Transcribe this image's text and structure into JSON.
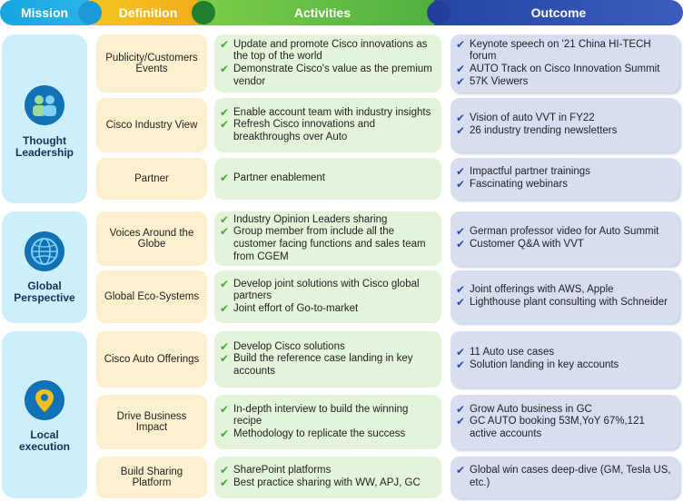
{
  "headers": {
    "mission": "Mission",
    "definition": "Definition",
    "activities": "Activities",
    "outcome": "Outcome"
  },
  "missions": [
    {
      "label_line1": "Thought",
      "label_line2": "Leadership",
      "icon": "people-icon"
    },
    {
      "label_line1": "Global",
      "label_line2": "Perspective",
      "icon": "globe-icon"
    },
    {
      "label_line1": "Local",
      "label_line2": "execution",
      "icon": "location-pin-icon"
    }
  ],
  "rows": [
    {
      "definition": "Publicity/Customers Events",
      "activities": [
        "Update and promote Cisco innovations as the top of the world",
        "Demonstrate Cisco's value as the premium vendor"
      ],
      "outcomes": [
        "Keynote speech on '21 China HI-TECH forum",
        "AUTO Track on Cisco Innovation Summit",
        "57K Viewers"
      ]
    },
    {
      "definition": "Cisco Industry View",
      "activities": [
        "Enable account team with industry insights",
        "Refresh Cisco innovations and breakthroughs over Auto"
      ],
      "outcomes": [
        "Vision of auto VVT in FY22",
        "26 industry trending newsletters"
      ]
    },
    {
      "definition": "Partner",
      "activities": [
        "Partner enablement"
      ],
      "outcomes": [
        "Impactful partner trainings",
        "Fascinating webinars"
      ]
    },
    {
      "definition": "Voices Around the Globe",
      "activities": [
        "Industry Opinion Leaders sharing",
        "Group member from include all the customer facing functions and sales team from CGEM"
      ],
      "outcomes": [
        "German professor video for Auto Summit",
        "Customer Q&A with VVT"
      ]
    },
    {
      "definition": "Global Eco-Systems",
      "activities": [
        "Develop joint solutions with Cisco global partners",
        "Joint effort of Go-to-market"
      ],
      "outcomes": [
        "Joint offerings with AWS, Apple",
        "Lighthouse plant consulting with Schneider"
      ]
    },
    {
      "definition": "Cisco Auto Offerings",
      "activities": [
        "Develop Cisco solutions",
        "Build the reference case landing in key accounts"
      ],
      "outcomes": [
        "11 Auto use cases",
        "Solution landing in key accounts"
      ]
    },
    {
      "definition": "Drive Business Impact",
      "activities": [
        "In-depth interview to build the winning recipe",
        "Methodology to replicate the success"
      ],
      "outcomes": [
        "Grow Auto business in GC",
        "GC AUTO booking 53M,YoY 67%,121 active accounts"
      ]
    },
    {
      "definition": "Build Sharing Platform",
      "activities": [
        "SharePoint platforms",
        "Best practice sharing with WW, APJ, GC"
      ],
      "outcomes": [
        "Global win cases deep-dive (GM, Tesla US, etc.)"
      ]
    }
  ],
  "colors": {
    "mission": "#15a6e0",
    "definition": "#f5c61f",
    "activities": "#5cbf43",
    "outcome": "#2747a5"
  }
}
